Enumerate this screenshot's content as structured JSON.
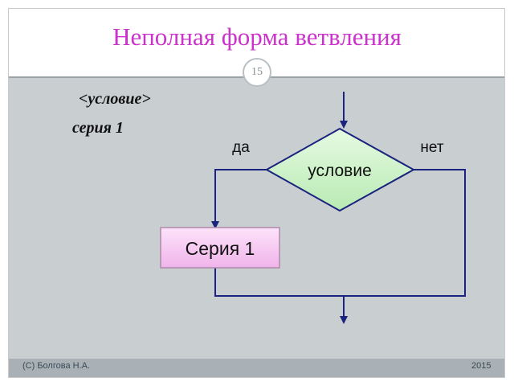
{
  "slide": {
    "title": "Неполная форма ветвления",
    "page_number": "15"
  },
  "code": {
    "line1": "<условие>",
    "line2": "серия 1"
  },
  "flowchart": {
    "decision_label": "условие",
    "process_label": "Серия 1",
    "yes_label": "да",
    "no_label": "нет"
  },
  "footer": {
    "author": "(С) Болгова Н.А.",
    "year": "2015"
  },
  "colors": {
    "title": "#cc33cc",
    "content_bg": "#c9ced1",
    "decision_fill": "#ccf2c8",
    "process_fill": "#f7c8f2",
    "line": "#1a237e"
  }
}
